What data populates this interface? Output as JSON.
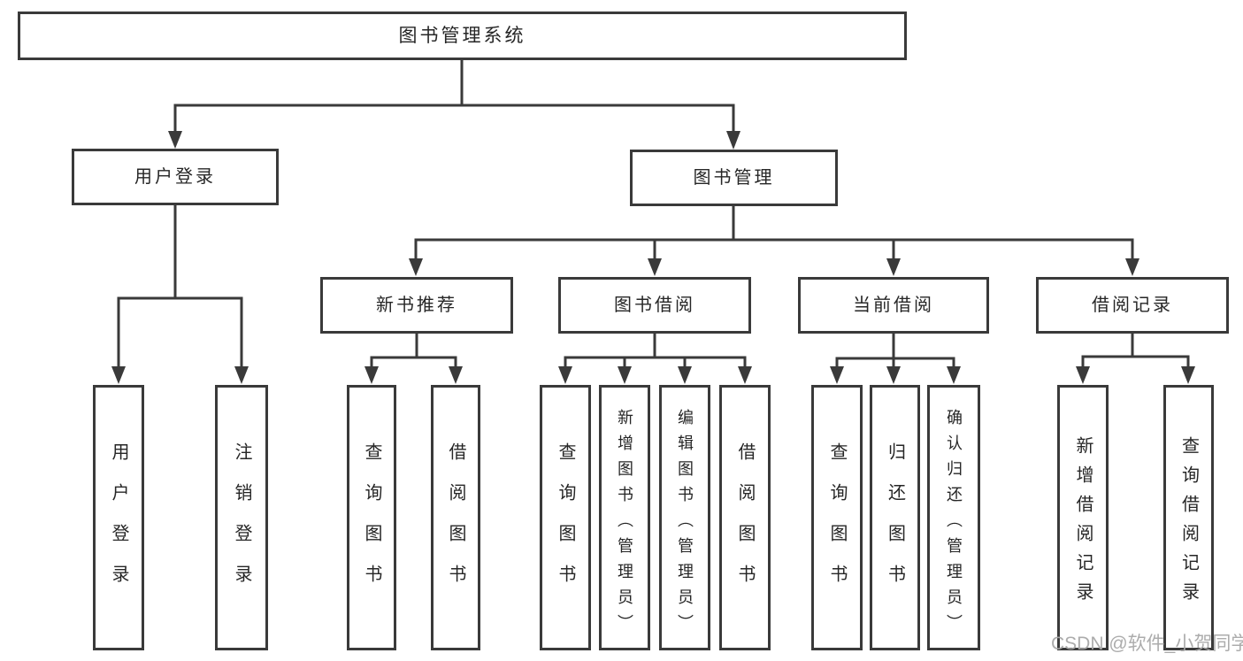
{
  "diagram": {
    "root": {
      "label": "图书管理系统"
    },
    "level2": {
      "user_login": {
        "label": "用户登录"
      },
      "book_mgmt": {
        "label": "图书管理"
      }
    },
    "level3": {
      "new_book": {
        "label": "新书推荐"
      },
      "book_borrow": {
        "label": "图书借阅"
      },
      "current_borrow": {
        "label": "当前借阅"
      },
      "borrow_record": {
        "label": "借阅记录"
      }
    },
    "leaves": {
      "user_login": [
        "用户登录",
        "注销登录"
      ],
      "new_book": [
        "查询图书",
        "借阅图书"
      ],
      "book_borrow": [
        "查询图书",
        "新增图书（管理员）",
        "编辑图书（管理员）",
        "借阅图书"
      ],
      "current_borrow": [
        "查询图书",
        "归还图书",
        "确认归还（管理员）"
      ],
      "borrow_record": [
        "新增借阅记录",
        "查询借阅记录"
      ]
    },
    "watermark": "CSDN @软件_小贺同学",
    "icons": {
      "connector_arrow": "▼"
    },
    "colors": {
      "line": "#3a3a3a",
      "box_border": "#3a3a3a",
      "box_background": "#ffffff",
      "text": "#262626",
      "watermark": "#a8a8a8",
      "background": "#ffffff"
    }
  }
}
